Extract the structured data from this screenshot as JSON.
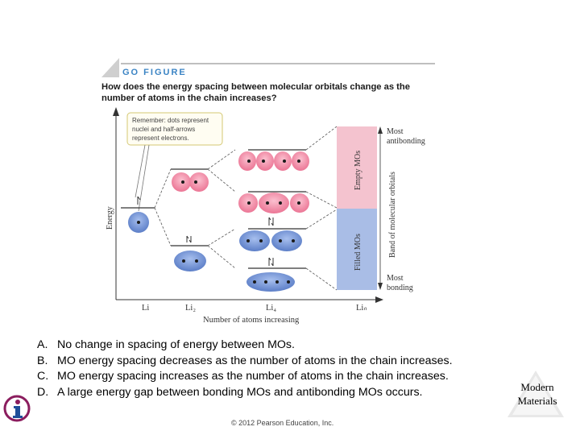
{
  "header": {
    "label": "GO FIGURE",
    "question": "How does the energy spacing between molecular orbitals change as the number of atoms in the chain increases?"
  },
  "diagram": {
    "callout": [
      "Remember: dots represent",
      "nuclei and half-arrows",
      "represent electrons."
    ],
    "energy_label": "Energy",
    "x_axis_label": "Number of atoms increasing",
    "columns": [
      "Li",
      "Li₂",
      "Li₄",
      "Liₙ"
    ],
    "band_label": "Band of molecular orbitals",
    "empty_label": "Empty MOs",
    "filled_label": "Filled MOs",
    "most_antibonding": [
      "Most",
      "antibonding"
    ],
    "most_bonding": [
      "Most",
      "bonding"
    ],
    "colors": {
      "antibonding": "#f08aa4",
      "bonding": "#6b8fd0",
      "empty_band": "#f4c3cf",
      "filled_band": "#a9bde6",
      "callout_border": "#d4c873"
    }
  },
  "choices": [
    {
      "letter": "A.",
      "text": "No change in spacing of energy between MOs."
    },
    {
      "letter": "B.",
      "text": "MO energy spacing decreases as the number of atoms in the chain increases."
    },
    {
      "letter": "C.",
      "text": "MO energy spacing increases as the number of atoms in the chain increases."
    },
    {
      "letter": "D.",
      "text": "A large energy gap between bonding MOs and antibonding MOs occurs."
    }
  ],
  "footer": {
    "copyright": "© 2012 Pearson Education, Inc.",
    "badge": [
      "Modern",
      "Materials"
    ]
  },
  "icons": {
    "logo": "info-i-logo",
    "badge": "modern-materials-badge"
  }
}
